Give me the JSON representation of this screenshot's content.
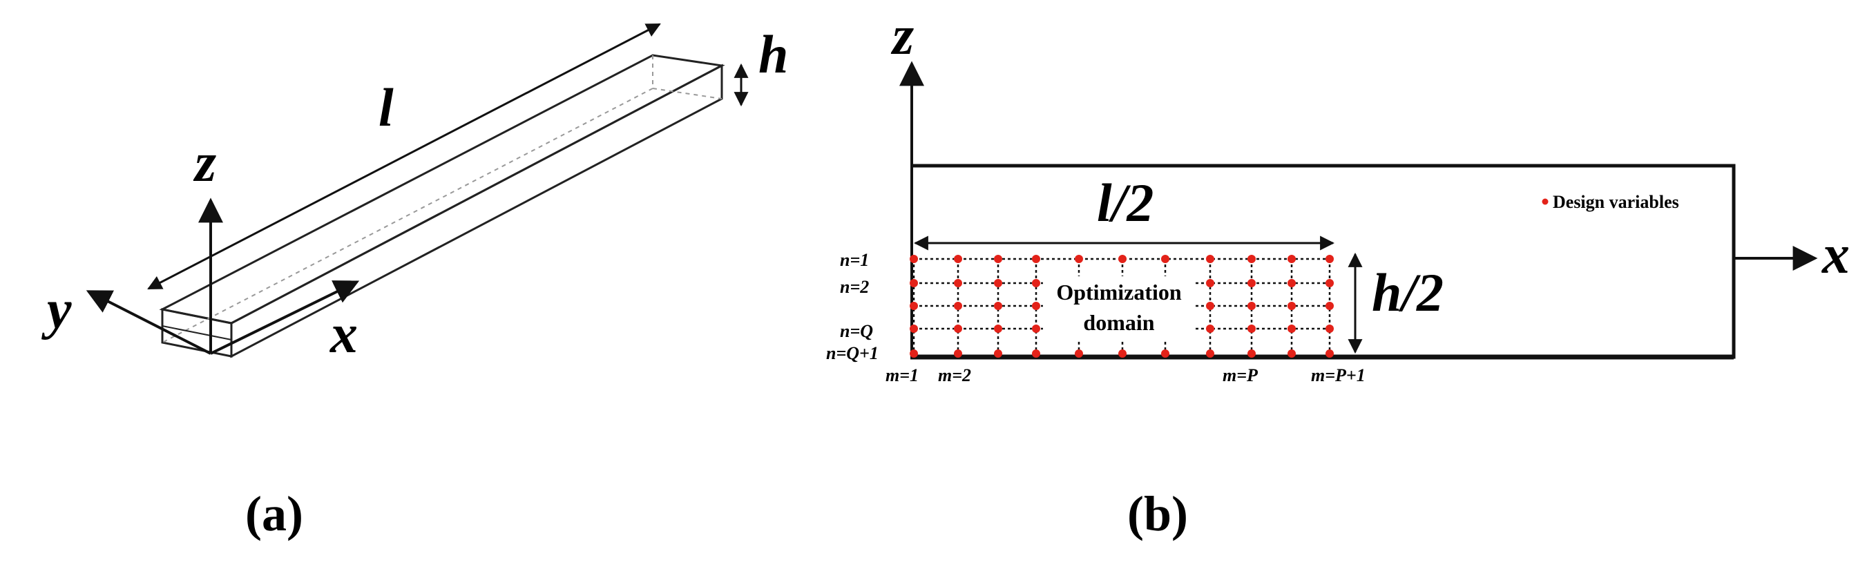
{
  "panel_a": {
    "label": "(a)",
    "axes": {
      "z": "z",
      "y": "y",
      "x": "x"
    },
    "length_label": "l",
    "height_label": "h"
  },
  "panel_b": {
    "label": "(b)",
    "axes": {
      "z": "z",
      "x": "x"
    },
    "half_length_label": "l/2",
    "half_height_label": "h/2",
    "legend": "Design variables",
    "domain_line1": "Optimization",
    "domain_line2": "domain",
    "row_labels": [
      "n=1",
      "n=2",
      "n=Q",
      "n=Q+1"
    ],
    "col_labels": [
      "m=1",
      "m=2",
      "m=P",
      "m=P+1"
    ],
    "colors": {
      "design_variable": "#e32219",
      "lines": "#111111"
    }
  }
}
